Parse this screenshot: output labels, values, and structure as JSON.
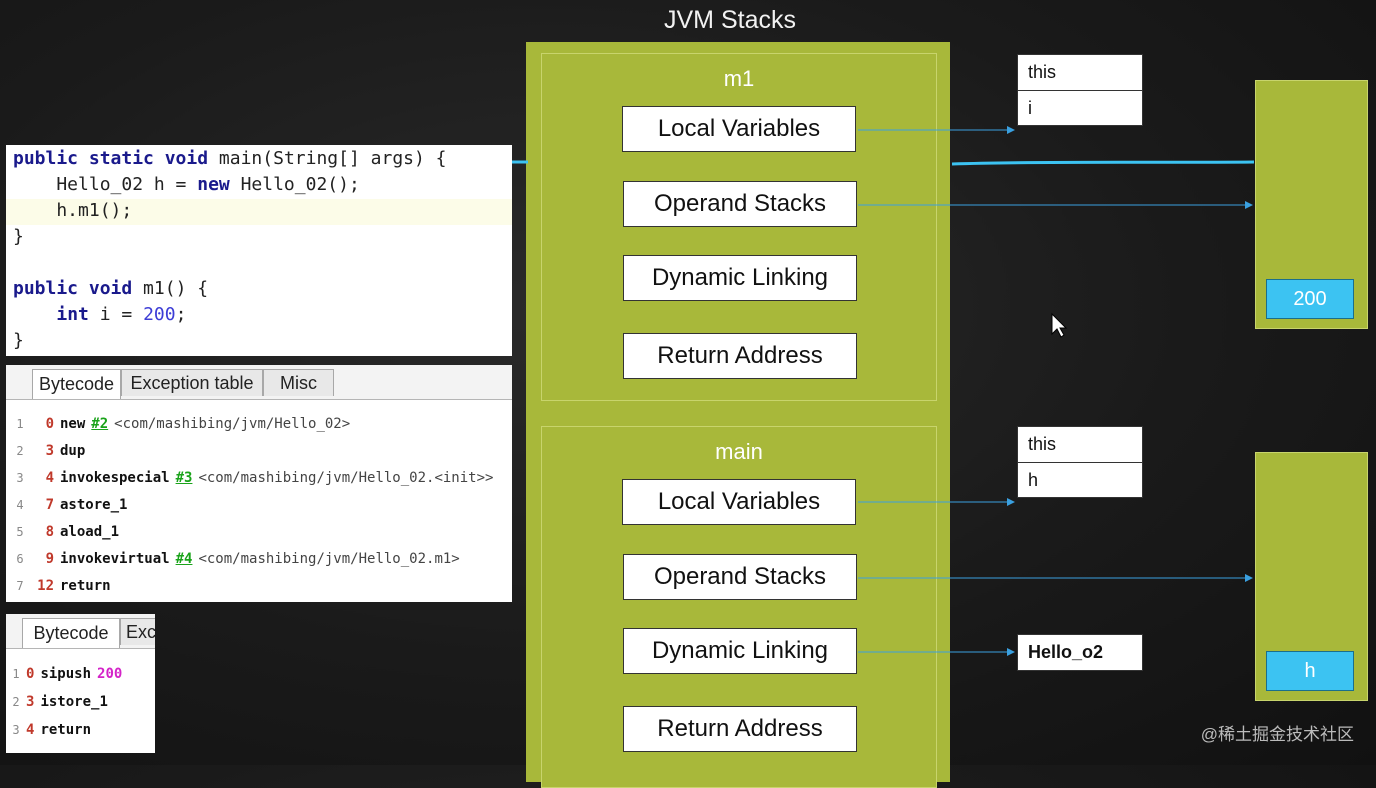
{
  "title": "JVM Stacks",
  "code_lines": [
    "public static void main(String[] args) {",
    "    Hello_02 h = new Hello_02();",
    "    h.m1();",
    "}",
    "",
    "public void m1() {",
    "    int i = 200;",
    "}"
  ],
  "bytecode_main": {
    "tabs": [
      "Bytecode",
      "Exception table",
      "Misc"
    ],
    "lines": [
      {
        "ln": "1",
        "off": "0",
        "op": "new",
        "ref": "#2",
        "comment": "<com/mashibing/jvm/Hello_02>"
      },
      {
        "ln": "2",
        "off": "3",
        "op": "dup",
        "ref": "",
        "comment": ""
      },
      {
        "ln": "3",
        "off": "4",
        "op": "invokespecial",
        "ref": "#3",
        "comment": "<com/mashibing/jvm/Hello_02.<init>>"
      },
      {
        "ln": "4",
        "off": "7",
        "op": "astore_1",
        "ref": "",
        "comment": ""
      },
      {
        "ln": "5",
        "off": "8",
        "op": "aload_1",
        "ref": "",
        "comment": ""
      },
      {
        "ln": "6",
        "off": "9",
        "op": "invokevirtual",
        "ref": "#4",
        "comment": "<com/mashibing/jvm/Hello_02.m1>"
      },
      {
        "ln": "7",
        "off": "12",
        "op": "return",
        "ref": "",
        "comment": ""
      }
    ]
  },
  "bytecode_m1": {
    "tabs": [
      "Bytecode",
      "Exce"
    ],
    "lines": [
      {
        "ln": "1",
        "off": "0",
        "op": "sipush",
        "arg": "200"
      },
      {
        "ln": "2",
        "off": "3",
        "op": "istore_1",
        "arg": ""
      },
      {
        "ln": "3",
        "off": "4",
        "op": "return",
        "arg": ""
      }
    ]
  },
  "frames": [
    {
      "name": "m1",
      "items": [
        "Local Variables",
        "Operand Stacks",
        "Dynamic Linking",
        "Return Address"
      ]
    },
    {
      "name": "main",
      "items": [
        "Local Variables",
        "Operand Stacks",
        "Dynamic Linking",
        "Return Address"
      ]
    }
  ],
  "m1_locals": [
    "this",
    "i"
  ],
  "main_locals": [
    "this",
    "h"
  ],
  "main_dynamic_link": "Hello_o2",
  "heap_values": [
    "200",
    "h"
  ],
  "watermark": "@稀土掘金技术社区",
  "colors": {
    "frame_green": "#a8b83a",
    "heap_value_blue": "#3cc3f2",
    "arrow_blue": "#3aa0e0",
    "background": "#1a1a1a"
  }
}
